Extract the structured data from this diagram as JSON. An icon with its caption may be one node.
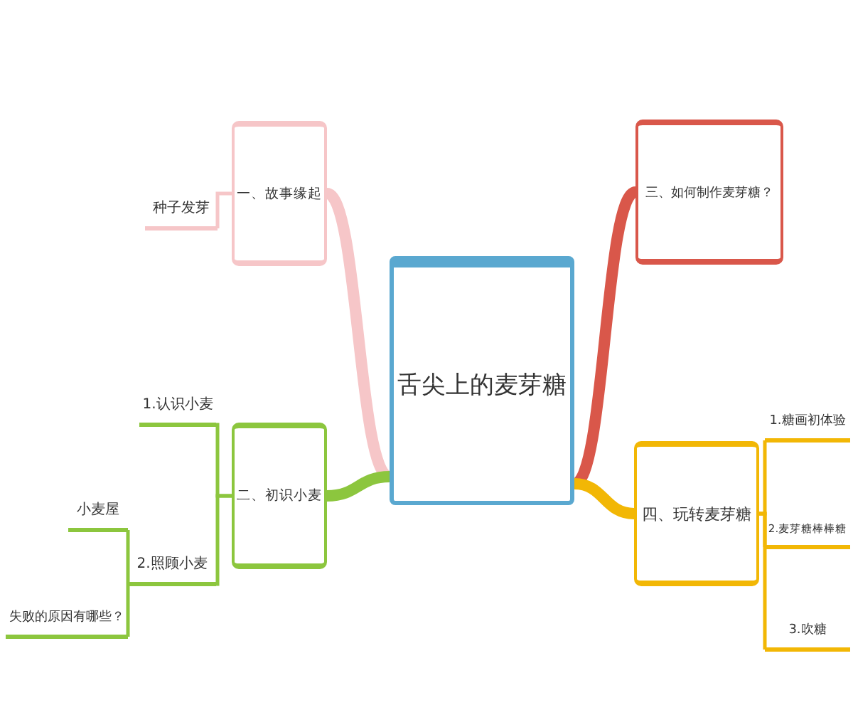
{
  "diagram": {
    "nodes": [
      {
        "text": [
          "舌尖上的麦芽糖"
        ]
      },
      {
        "text": [
          "一、故事缘起"
        ]
      },
      {
        "text": [
          "种子发芽"
        ]
      },
      {
        "text": [
          "三、如何制作麦芽糖？"
        ]
      },
      {
        "text": [
          "二、初识小麦"
        ]
      },
      {
        "text": [
          "1.认识小麦"
        ]
      },
      {
        "text": [
          "2.照顾小麦"
        ]
      },
      {
        "text": [
          "小麦屋"
        ]
      },
      {
        "text": [
          "失败的原因有哪些？"
        ]
      },
      {
        "text": [
          "四、玩转麦芽糖"
        ]
      },
      {
        "text": [
          "1.糖画初体验"
        ]
      },
      {
        "text": [
          "2.麦芽糖棒棒糖"
        ]
      },
      {
        "text": [
          "3.吹糖"
        ]
      }
    ],
    "edges": [
      {
        "from": 0,
        "to": 1,
        "arrow": "none",
        "style": "thick",
        "color": "#f6c6c8"
      },
      {
        "from": 1,
        "to": 2,
        "arrow": "none",
        "color": "#f6c6c8"
      },
      {
        "from": 0,
        "to": 3,
        "arrow": "none",
        "style": "thick",
        "color": "#d9574a"
      },
      {
        "from": 0,
        "to": 4,
        "arrow": "none",
        "style": "thick",
        "color": "#8cc63e"
      },
      {
        "from": 4,
        "to": 5,
        "arrow": "none",
        "color": "#8cc63e"
      },
      {
        "from": 4,
        "to": 6,
        "arrow": "none",
        "color": "#8cc63e"
      },
      {
        "from": 6,
        "to": 7,
        "arrow": "none",
        "color": "#8cc63e"
      },
      {
        "from": 6,
        "to": 8,
        "arrow": "none",
        "color": "#8cc63e"
      },
      {
        "from": 0,
        "to": 9,
        "arrow": "none",
        "style": "thick",
        "color": "#f2b705"
      },
      {
        "from": 9,
        "to": 10,
        "arrow": "none",
        "color": "#f2b705"
      },
      {
        "from": 9,
        "to": 11,
        "arrow": "none",
        "color": "#f2b705"
      },
      {
        "from": 9,
        "to": 12,
        "arrow": "none",
        "color": "#f2b705"
      }
    ]
  }
}
